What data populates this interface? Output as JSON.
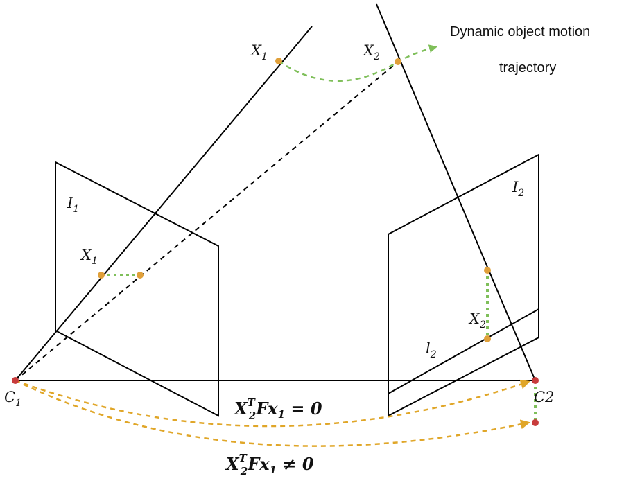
{
  "labels": {
    "motion_caption_line1": "Dynamic object motion",
    "motion_caption_line2": "trajectory",
    "X1_world": "X",
    "X1_world_sub": "1",
    "X2_world": "X",
    "X2_world_sub": "2",
    "I1": "I",
    "I1_sub": "1",
    "I2": "I",
    "I2_sub": "2",
    "x1_image": "X",
    "x1_image_sub": "1",
    "x2_image": "X",
    "x2_image_sub": "2",
    "l2": "l",
    "l2_sub": "2",
    "C1": "C",
    "C1_sub": "1",
    "C2": "C2"
  },
  "equations": {
    "eq1_X": "X",
    "eq1_sub": "2",
    "eq1_sup": "T",
    "eq1_rest": "Fx",
    "eq1_rest_sub": "1",
    "eq1_rel": " = 0",
    "eq2_X": "X",
    "eq2_sub": "2",
    "eq2_sup": "T",
    "eq2_rest": "Fx",
    "eq2_rest_sub": "1",
    "eq2_rel": " ≠ 0"
  },
  "colors": {
    "line": "#000000",
    "point_orange": "#e0a03a",
    "point_red": "#c83c3c",
    "trajectory_green": "#7fbf5a",
    "arrow_orange": "#e0a628"
  }
}
